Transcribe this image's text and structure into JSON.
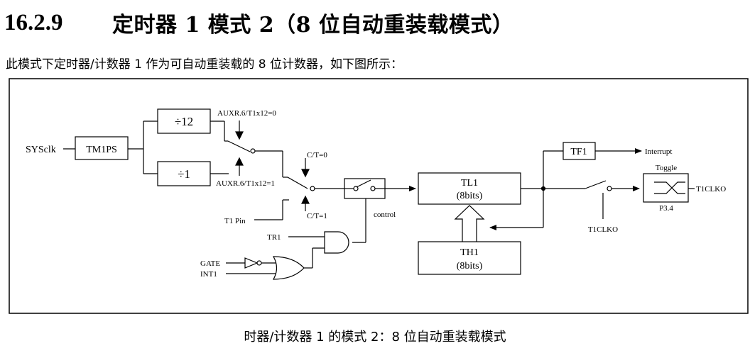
{
  "section": {
    "number": "16.2.9",
    "title": "定时器 1 模式 2（8 位自动重装载模式）"
  },
  "intro": "此模式下定时器/计数器 1 作为可自动重装载的 8 位计数器，如下图所示：",
  "caption": "时器/计数器 1 的模式 2：8 位自动重装载模式",
  "diagram": {
    "sysclk": "SYSclk",
    "tm1ps": "TM1PS",
    "div12": "÷12",
    "div1": "÷1",
    "auxr_top": "AUXR.6/T1x12=0",
    "auxr_bottom": "AUXR.6/T1x12=1",
    "ct0": "C/T=0",
    "ct1": "C/T=1",
    "t1pin": "T1 Pin",
    "control": "control",
    "tr1": "TR1",
    "gate": "GATE",
    "int1": "INT1",
    "tl1": "TL1",
    "tl1_bits": "(8bits)",
    "th1": "TH1",
    "th1_bits": "(8bits)",
    "tf1": "TF1",
    "interrupt": "Interrupt",
    "toggle": "Toggle",
    "t1clko_out": "T1CLKO",
    "t1clko_switch": "T1CLKO",
    "p34": "P3.4"
  }
}
